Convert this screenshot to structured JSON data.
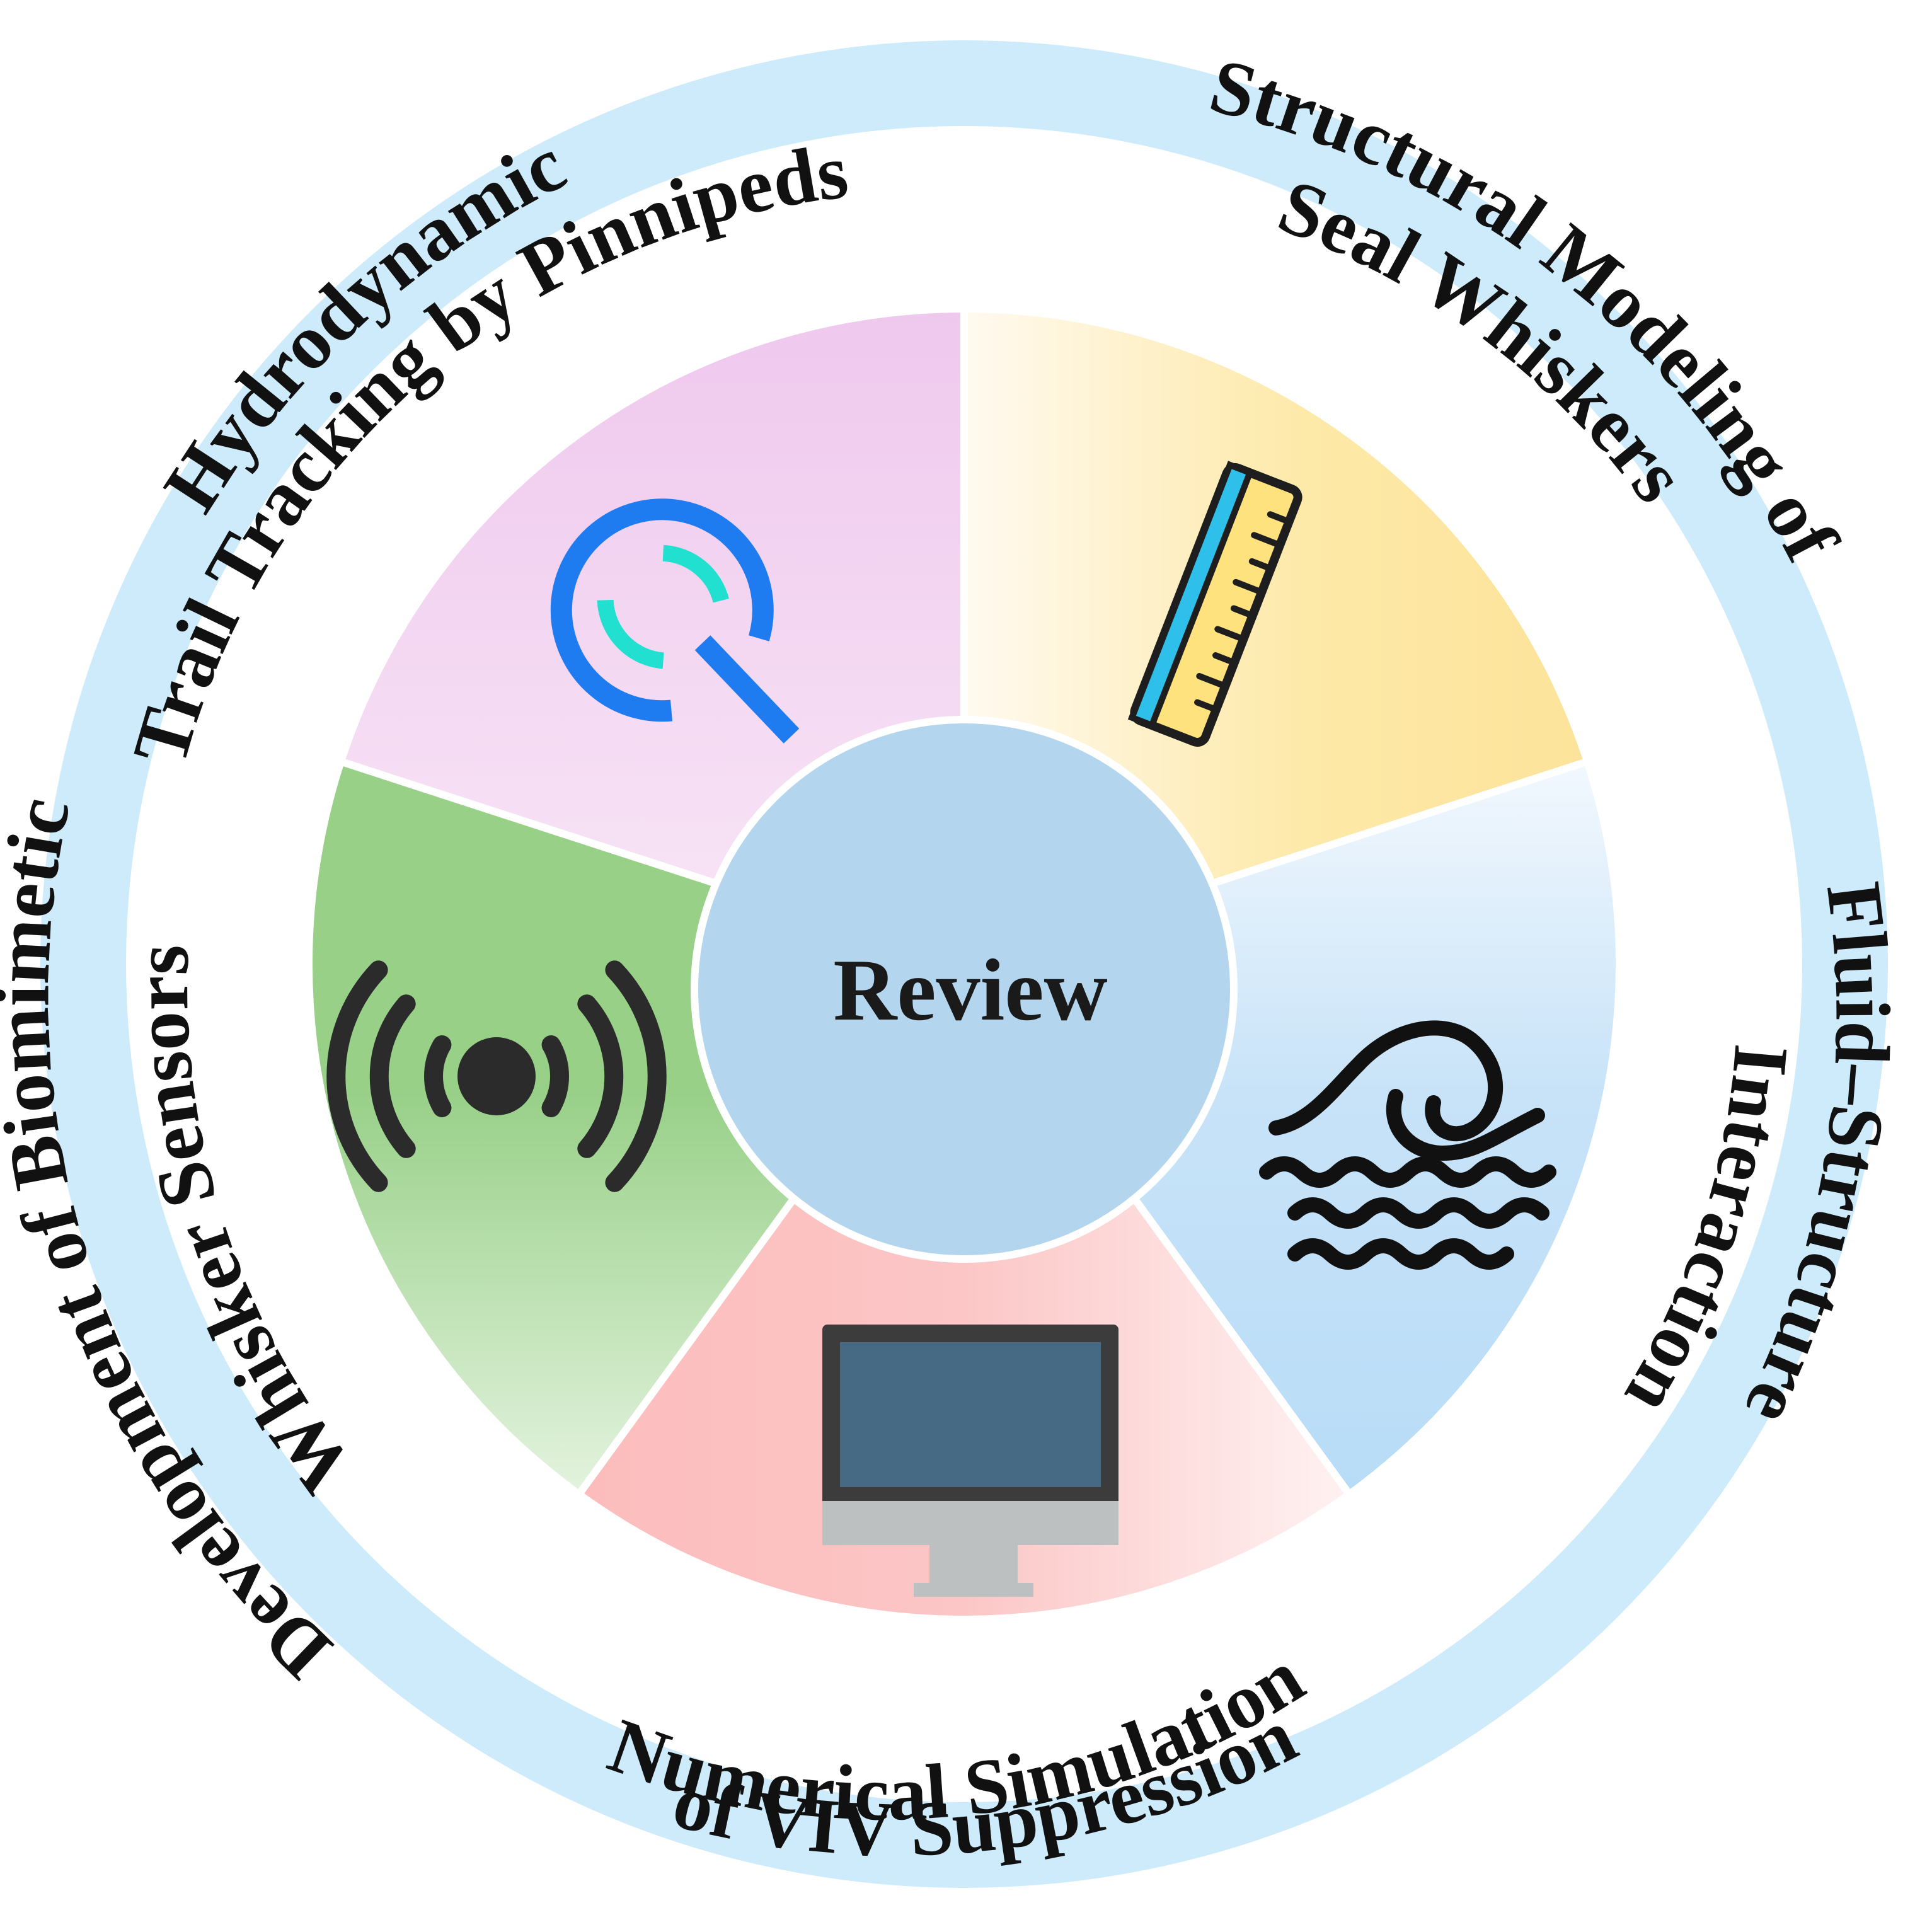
{
  "center": {
    "label": "Review"
  },
  "segments": [
    {
      "id": "hydrodynamic",
      "icon": "magnifier-icon",
      "label_lines": [
        "Hydrodynamic",
        "Trail Tracking by Pinnipeds"
      ],
      "colors": {
        "fill_strong": "#efc8ee",
        "fill_light": "#f8e6f6",
        "accent": "#1e7bf0",
        "accent2": "#22e0d0"
      }
    },
    {
      "id": "structural",
      "icon": "ruler-icon",
      "label_lines": [
        "Structural Modeling of",
        "Seal Whiskers"
      ],
      "colors": {
        "fill_strong": "#fde39a",
        "fill_light": "#fffaf0",
        "accent": "#2ec0ea",
        "accent2": "#fde27e"
      }
    },
    {
      "id": "fsi",
      "icon": "wave-icon",
      "label_lines": [
        "Fluid–Structure",
        "Interaction"
      ],
      "colors": {
        "fill_strong": "#b8dcf7",
        "fill_light": "#f2f8fe",
        "accent": "#111111",
        "accent2": "#111111"
      }
    },
    {
      "id": "numerical",
      "icon": "monitor-icon",
      "label_lines": [
        "Numerical Simulation",
        "of VIV Suppression"
      ],
      "colors": {
        "fill_strong": "#fcbcbc",
        "fill_light": "#fff2f2",
        "accent": "#466a84",
        "accent2": "#bcc0c0"
      }
    },
    {
      "id": "sensors",
      "icon": "signal-broadcast-icon",
      "label_lines": [
        "Development of Biomimetic",
        "Whisker Sensors"
      ],
      "colors": {
        "fill_strong": "#98d088",
        "fill_light": "#dcefd6",
        "accent": "#2b2b2b",
        "accent2": "#2b2b2b"
      }
    }
  ],
  "colors": {
    "outer_ring": "#cdebfb",
    "center_circle": "#b3d6ee",
    "separator": "#ffffff"
  }
}
